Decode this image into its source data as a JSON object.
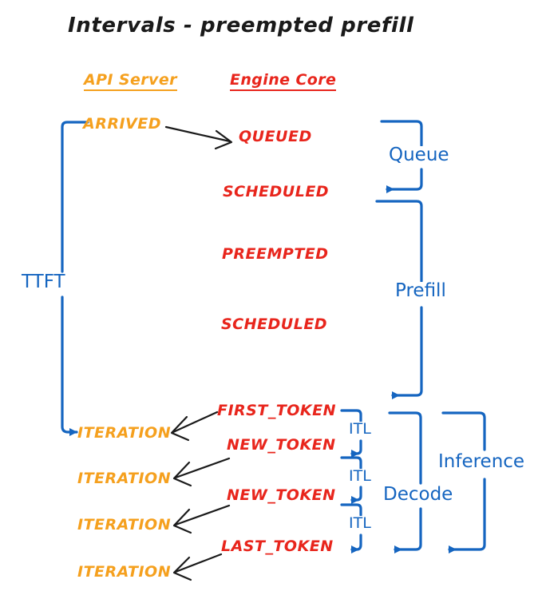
{
  "page": {
    "title": "Intervals - preempted prefill",
    "background": "#ffffff"
  },
  "colors": {
    "api_server": "#F5A01E",
    "engine_core": "#E8251C",
    "interval_blue": "#1565C0",
    "arrow_black": "#1a1a1a",
    "title_black": "#1a1a1a"
  },
  "columns": [
    {
      "label": "API Server",
      "color": "#F5A01E"
    },
    {
      "label": "Engine Core",
      "color": "#E8251C"
    }
  ],
  "api_events": [
    {
      "label": "ARRIVED"
    },
    {
      "label": "ITERATION"
    },
    {
      "label": "ITERATION"
    },
    {
      "label": "ITERATION"
    },
    {
      "label": "ITERATION"
    }
  ],
  "engine_events": [
    {
      "label": "QUEUED"
    },
    {
      "label": "SCHEDULED"
    },
    {
      "label": "PREEMPTED"
    },
    {
      "label": "SCHEDULED"
    },
    {
      "label": "FIRST_TOKEN"
    },
    {
      "label": "NEW_TOKEN"
    },
    {
      "label": "NEW_TOKEN"
    },
    {
      "label": "LAST_TOKEN"
    }
  ],
  "intervals": [
    {
      "label": "TTFT"
    },
    {
      "label": "Queue"
    },
    {
      "label": "Prefill"
    },
    {
      "label": "ITL"
    },
    {
      "label": "ITL"
    },
    {
      "label": "ITL"
    },
    {
      "label": "Decode"
    },
    {
      "label": "Inference"
    }
  ]
}
